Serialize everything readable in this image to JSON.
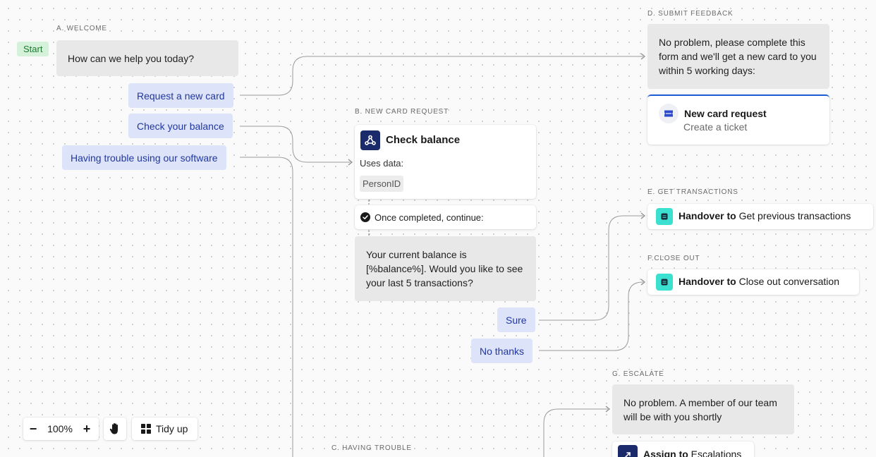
{
  "start_label": "Start",
  "sections": {
    "a": {
      "label": "A. WELCOME",
      "message": "How can we help you today?",
      "replies": [
        "Request a new card",
        "Check your balance",
        "Having trouble using our software"
      ]
    },
    "b": {
      "label": "B. NEW CARD REQUEST",
      "action_title": "Check balance",
      "uses_data_label": "Uses data:",
      "data_chip": "PersonID",
      "continue_label": "Once completed, continue:",
      "message": "Your current balance is [%balance%]. Would you like to see your last 5 transactions?",
      "replies": [
        "Sure",
        "No thanks"
      ]
    },
    "c": {
      "label": "C. HAVING TROUBLE"
    },
    "d": {
      "label": "D. SUBMIT FEEDBACK",
      "message": "No problem, please complete this form and we'll get a new card to you within 5 working days:",
      "ticket_title": "New card request",
      "ticket_subtitle": "Create a ticket"
    },
    "e": {
      "label": "E. GET TRANSACTIONS",
      "handover_prefix": "Handover to",
      "handover_target": "Get previous transactions"
    },
    "f": {
      "label": "F.CLOSE OUT",
      "handover_prefix": "Handover to",
      "handover_target": "Close out conversation"
    },
    "g": {
      "label": "G. ESCALATE",
      "message": "No problem. A member of our team will be with you shortly",
      "assign_prefix": "Assign to",
      "assign_target": "Escalations"
    }
  },
  "toolbar": {
    "zoom_out": "−",
    "zoom_level": "100%",
    "zoom_in": "+",
    "tidy_label": "Tidy up"
  },
  "colors": {
    "reply_bg": "#dde3f8",
    "reply_text": "#2238a0",
    "start_bg": "#d5f1d9",
    "start_text": "#1d7a32",
    "action_icon_bg": "#1b2a6b",
    "handover_icon_bg": "#3ce0d0",
    "ticket_border": "#1f5fd6"
  },
  "icons": {
    "action": "webhook-icon",
    "ticket": "ticket-icon",
    "handover": "handover-icon",
    "assign": "assign-icon",
    "check": "check-circle-icon",
    "pan": "hand-icon",
    "tidy": "grid-icon"
  }
}
